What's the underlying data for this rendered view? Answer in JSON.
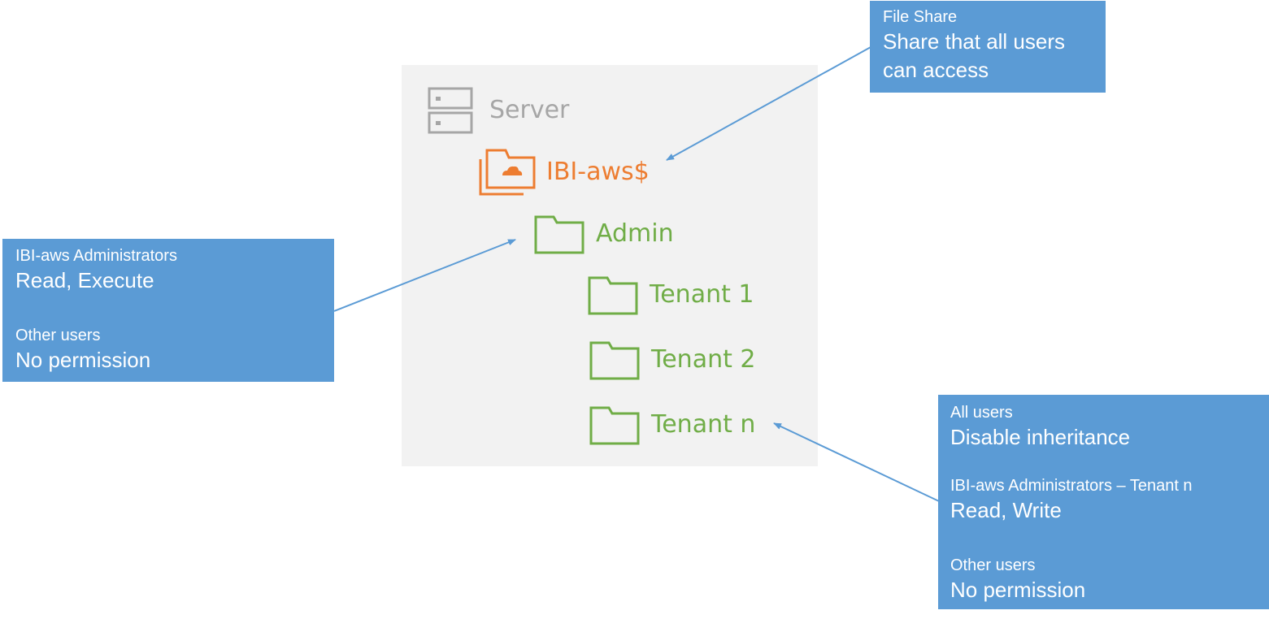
{
  "tree": {
    "server": {
      "label": "Server",
      "icon": "server-icon",
      "color": "#a6a6a6"
    },
    "share": {
      "label": "IBI-aws$",
      "icon": "cloud-folder-share-icon",
      "color": "#ed7d31"
    },
    "folders": [
      {
        "label": "Admin",
        "icon": "folder-icon"
      },
      {
        "label": "Tenant 1",
        "icon": "folder-icon"
      },
      {
        "label": "Tenant 2",
        "icon": "folder-icon"
      },
      {
        "label": "Tenant n",
        "icon": "folder-icon"
      }
    ],
    "folder_color": "#70ad47",
    "panel_color": "#f2f2f2"
  },
  "callouts": {
    "file_share": {
      "heading": "File Share",
      "value": "Share that all users can access"
    },
    "admin": {
      "groups": [
        {
          "heading": "IBI-aws Administrators",
          "value": "Read, Execute"
        },
        {
          "heading": "Other users",
          "value": "No permission"
        }
      ]
    },
    "tenant": {
      "groups": [
        {
          "heading": "All users",
          "value": "Disable inheritance"
        },
        {
          "heading": "IBI-aws Administrators – Tenant n",
          "value": "Read, Write"
        },
        {
          "heading": "Other users",
          "value": "No permission"
        }
      ]
    },
    "color": "#5b9bd5",
    "text_color": "#ffffff"
  }
}
